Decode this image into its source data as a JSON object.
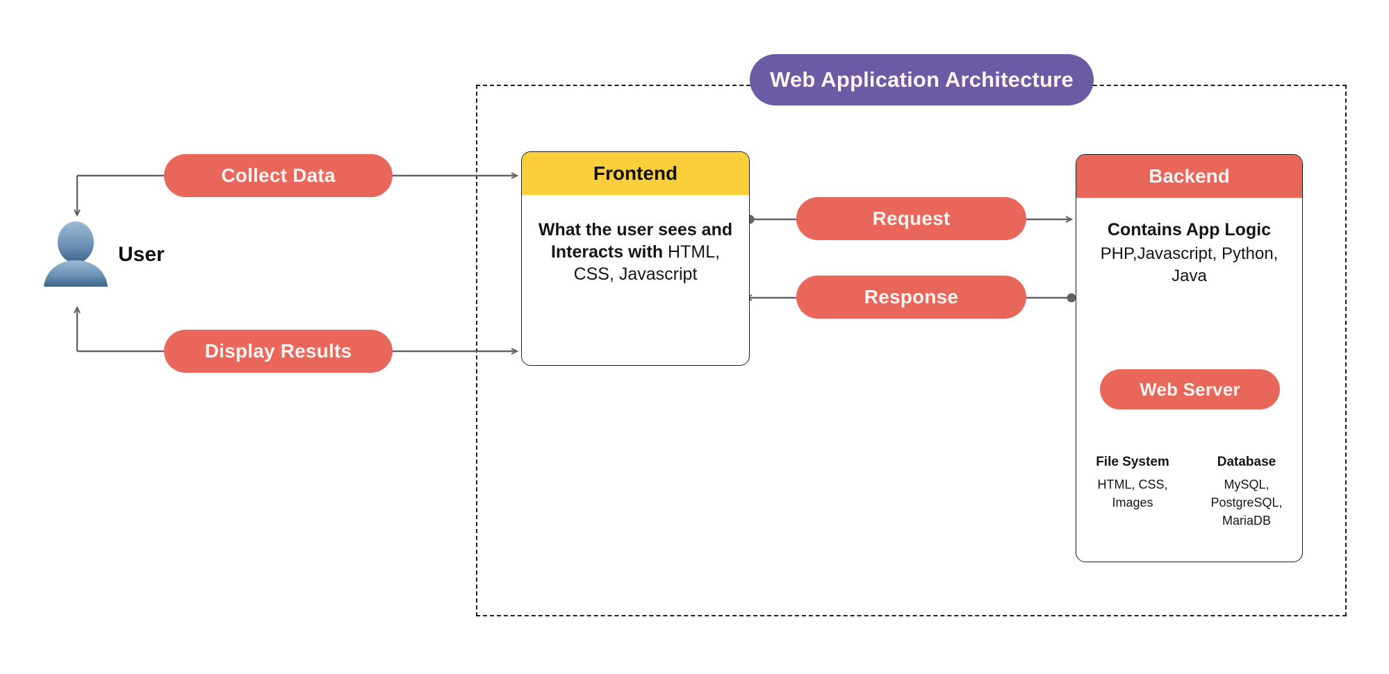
{
  "diagram": {
    "title": "Web Application Architecture",
    "colors": {
      "coral": "#e9675a",
      "purple": "#6a5ba4",
      "yellow": "#fbcf3b",
      "line": "#5f6368",
      "border": "#1b1b1b",
      "text_dark": "#151515",
      "text_light": "#fdf3f1"
    }
  },
  "actor": {
    "label": "User",
    "icon": "user-avatar-icon"
  },
  "flows": {
    "collect_data": "Collect Data",
    "display_results": "Display Results",
    "request": "Request",
    "response": "Response"
  },
  "frontend": {
    "title": "Frontend",
    "body_bold": "What the user sees and Interacts with ",
    "body_regular": "HTML, CSS, Javascript"
  },
  "backend": {
    "title": "Backend",
    "body_bold": "Contains App Logic",
    "body_regular": "PHP,Javascript, Python, Java",
    "web_server": "Web Server",
    "columns": [
      {
        "title": "File System",
        "text": "HTML, CSS, Images"
      },
      {
        "title": "Database",
        "text": "MySQL, PostgreSQL, MariaDB"
      }
    ]
  }
}
